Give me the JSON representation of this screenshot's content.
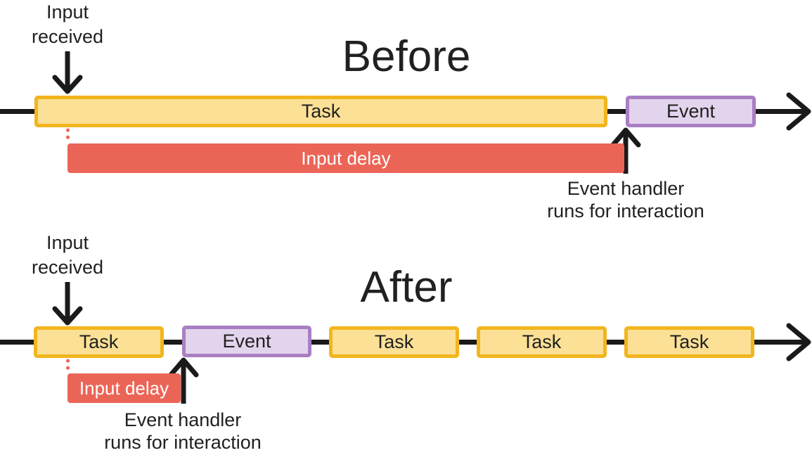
{
  "colors": {
    "task_fill": "#FCE096",
    "task_border": "#F2B51D",
    "event_fill": "#E3D4ED",
    "event_border": "#A97FC3",
    "delay_fill": "#EB6557",
    "delay_text": "#FFFFFF",
    "text": "#212121",
    "line": "#1A1A1A"
  },
  "before": {
    "title": "Before",
    "input_lines": [
      "Input",
      "received"
    ],
    "task_label": "Task",
    "event_label": "Event",
    "input_delay_label": "Input delay",
    "handler_lines": [
      "Event handler",
      "runs for interaction"
    ]
  },
  "after": {
    "title": "After",
    "input_lines": [
      "Input",
      "received"
    ],
    "bars": [
      {
        "type": "task",
        "label": "Task"
      },
      {
        "type": "event",
        "label": "Event"
      },
      {
        "type": "task",
        "label": "Task"
      },
      {
        "type": "task",
        "label": "Task"
      },
      {
        "type": "task",
        "label": "Task"
      }
    ],
    "input_delay_label": "Input delay",
    "handler_lines": [
      "Event handler",
      "runs for interaction"
    ]
  }
}
